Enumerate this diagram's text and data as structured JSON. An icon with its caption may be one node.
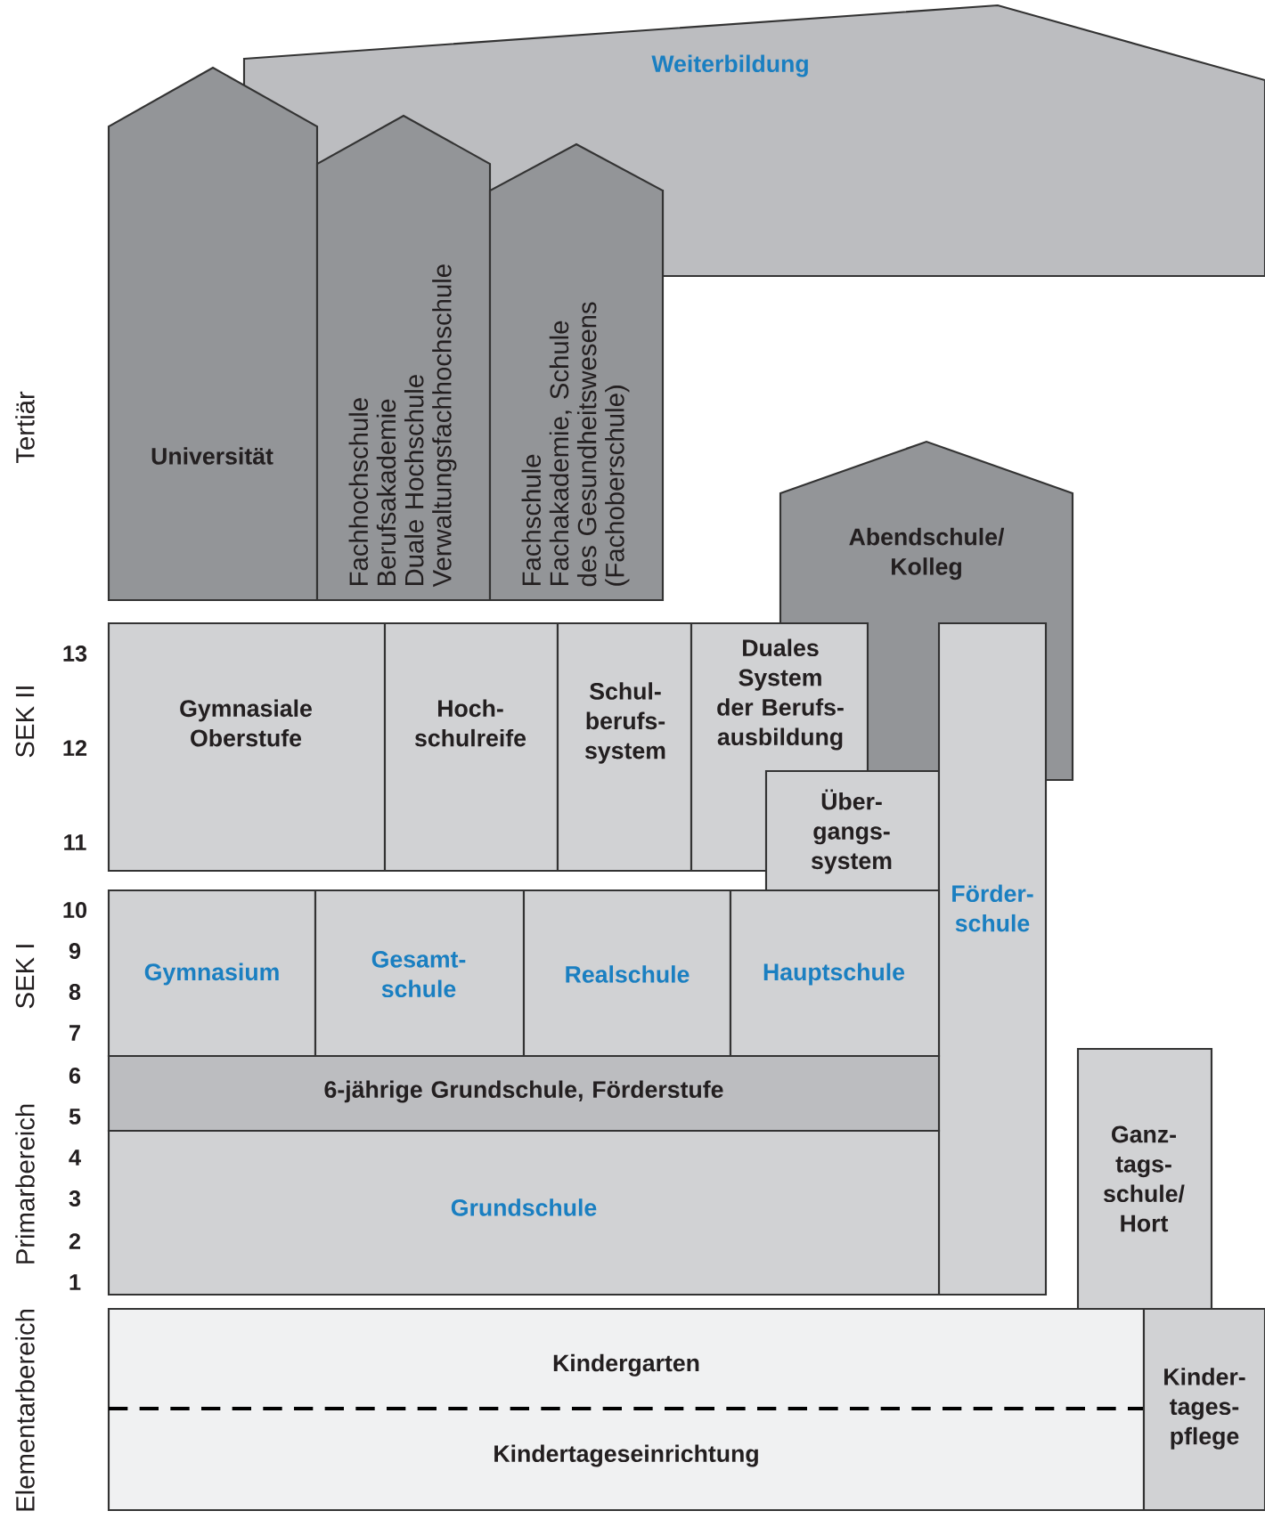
{
  "diagram": {
    "nodes": [
      {
        "text": [
          "Weiterbildung"
        ]
      },
      {
        "text": [
          "Universität"
        ]
      },
      {
        "text": [
          "Fachhochschule",
          "Berufsakademie",
          "Duale Hochschule",
          "Verwaltungsfachhochschule"
        ]
      },
      {
        "text": [
          "Fachschule",
          "Fachakademie, Schule des Gesundheitswesens (Fachoberschule)"
        ]
      },
      {
        "text": [
          "Abendschule/ Kolleg"
        ]
      },
      {
        "text": [
          "Gymnasiale Oberstufe"
        ]
      },
      {
        "text": [
          "Hoch- schulreife"
        ]
      },
      {
        "text": [
          "Schul- berufs- system"
        ]
      },
      {
        "text": [
          "Duales System der Berufs- ausbildung"
        ]
      },
      {
        "text": [
          "Über- gangs- system"
        ]
      },
      {
        "text": [
          "Förder- schule"
        ]
      },
      {
        "text": [
          "Gymnasium"
        ]
      },
      {
        "text": [
          "Gesamt- schule"
        ]
      },
      {
        "text": [
          "Realschule"
        ]
      },
      {
        "text": [
          "Hauptschule"
        ]
      },
      {
        "text": [
          "6-jährige Grundschule, Förderstufe"
        ]
      },
      {
        "text": [
          "Grundschule"
        ]
      },
      {
        "text": [
          "Ganz- tags- schule/ Hort"
        ]
      },
      {
        "text": [
          "Kindergarten",
          "Kindertageseinrichtung"
        ]
      },
      {
        "text": [
          "Kinder- tages- pflege"
        ]
      }
    ],
    "labels": [
      "Tertiär",
      "13",
      "SEK II",
      "12",
      "11",
      "10",
      "9",
      "SEK I",
      "8",
      "7",
      "6",
      "5",
      "4",
      "Primarbereich",
      "3",
      "2",
      "1",
      "Elementarbereich"
    ]
  }
}
